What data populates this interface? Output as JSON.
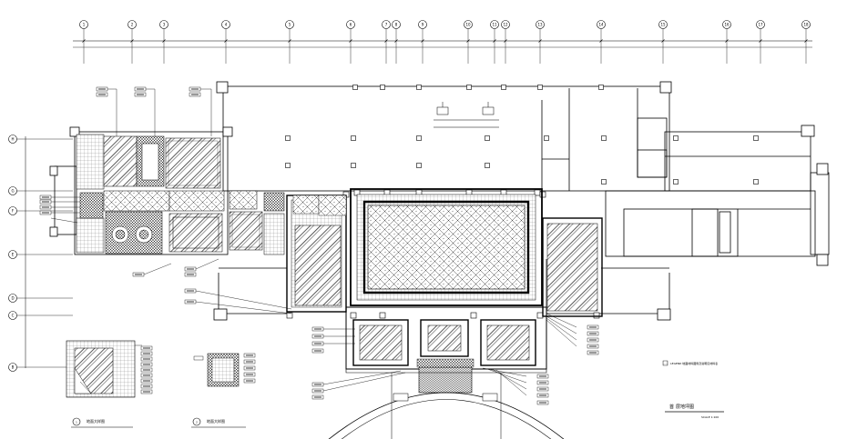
{
  "grid_columns": [
    "1",
    "2",
    "3",
    "4",
    "5",
    "6",
    "7",
    "8",
    "9",
    "10",
    "11",
    "12",
    "13",
    "14",
    "15",
    "16",
    "17",
    "18"
  ],
  "grid_rows": [
    "H",
    "G",
    "F",
    "E",
    "D",
    "C",
    "B"
  ],
  "colors": {
    "line": "#000000",
    "hatch": "#333333",
    "background": "#ffffff"
  },
  "captions": {
    "detail1_num": "1",
    "detail1_title": "地面大样图",
    "detail2_num": "2",
    "detail2_title": "地面大样图",
    "main_num": "首",
    "main_title": "层地坪图",
    "main_scale": "SCALE 1:100"
  },
  "notes": {
    "legend_note": "LEGEND 地面材料图例及说明见材料表"
  }
}
